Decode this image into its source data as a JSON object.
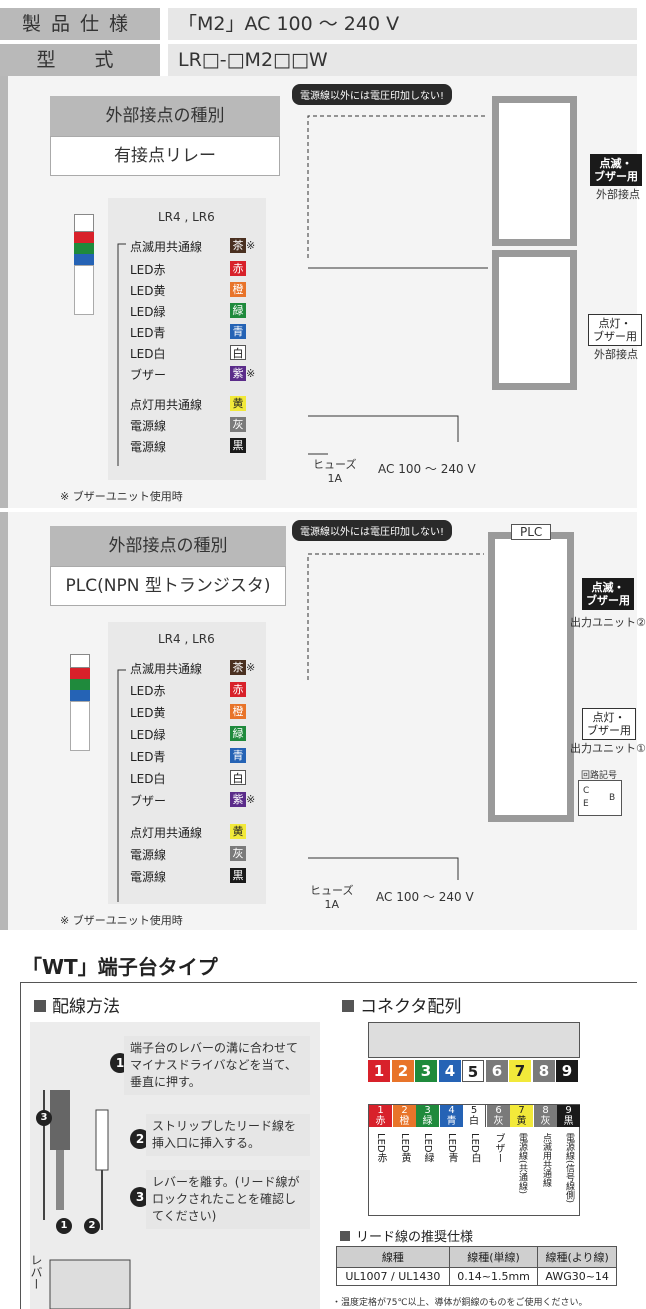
{
  "spec": {
    "rows": [
      {
        "label": "製品仕様",
        "value": "「M2」AC 100 ～ 240 V"
      },
      {
        "label": "型　式",
        "value": "LR□-□M2□□W"
      }
    ]
  },
  "warning_text": "電源線以外には電圧印加しない!",
  "relay_section": {
    "kind_title": "外部接点の種別",
    "kind_value": "有接点リレー",
    "models": "LR4 , LR6",
    "flash_tag": "点滅・\nブザー用",
    "flash_sub": "外部接点",
    "light_tag": "点灯・\nブザー用",
    "light_sub": "外部接点",
    "fuse": "ヒューズ\n1A",
    "ac": "AC 100 ～ 240 V",
    "note": "※ ブザーユニット使用時"
  },
  "plc_section": {
    "kind_title": "外部接点の種別",
    "kind_value": "PLC(NPN 型トランジスタ)",
    "plc_label": "PLC",
    "models": "LR4 , LR6",
    "flash_tag": "点滅・\nブザー用",
    "flash_sub": "出力ユニット②",
    "light_tag": "点灯・\nブザー用",
    "light_sub": "出力ユニット①",
    "circuit_label": "回路記号",
    "circuit_c": "C",
    "circuit_e": "E",
    "circuit_b": "B",
    "fuse": "ヒューズ\n1A",
    "ac": "AC 100 ～ 240 V",
    "note": "※ ブザーユニット使用時"
  },
  "wires": [
    {
      "name": "点滅用共通線",
      "code": "茶",
      "color": "#4a3020",
      "mark": "※"
    },
    {
      "name": "LED赤",
      "code": "赤",
      "color": "#d8212a",
      "mark": ""
    },
    {
      "name": "LED黄",
      "code": "橙",
      "color": "#e8742a",
      "mark": ""
    },
    {
      "name": "LED緑",
      "code": "緑",
      "color": "#1f8a3c",
      "mark": ""
    },
    {
      "name": "LED青",
      "code": "青",
      "color": "#2563b5",
      "mark": ""
    },
    {
      "name": "LED白",
      "code": "白",
      "color": "#ffffff",
      "mark": ""
    },
    {
      "name": "ブザー",
      "code": "紫",
      "color": "#5b2c8a",
      "mark": "※"
    },
    {
      "name": "点灯用共通線",
      "code": "黄",
      "color": "#f2e93a",
      "mark": ""
    },
    {
      "name": "電源線",
      "code": "灰",
      "color": "#7a7a7a",
      "mark": ""
    },
    {
      "name": "電源線",
      "code": "黒",
      "color": "#1a1a1a",
      "mark": ""
    }
  ],
  "wt": {
    "title": "「WT」端子台タイプ",
    "wiring_heading": "配線方法",
    "steps": [
      {
        "num": "1",
        "text": "端子台のレバーの溝に合わせてマイナスドライバなどを当て、垂直に押す。"
      },
      {
        "num": "2",
        "text": "ストリップしたリード線を挿入口に挿入する。"
      },
      {
        "num": "3",
        "text": "レバーを離す。(リード線がロックされたことを確認してください)"
      }
    ],
    "lever_label": "レバー",
    "connector_heading": "コネクタ配列",
    "pins": [
      {
        "n": "1",
        "color": "#d8212a",
        "code": "赤",
        "desc": "LED赤"
      },
      {
        "n": "2",
        "color": "#e8742a",
        "code": "橙",
        "desc": "LED黄"
      },
      {
        "n": "3",
        "color": "#1f8a3c",
        "code": "緑",
        "desc": "LED緑"
      },
      {
        "n": "4",
        "color": "#2563b5",
        "code": "青",
        "desc": "LED青"
      },
      {
        "n": "5",
        "color": "#ffffff",
        "code": "白",
        "desc": "LED白"
      },
      {
        "n": "6",
        "color": "#7a7a7a",
        "code": "灰",
        "desc": "ブザー"
      },
      {
        "n": "7",
        "color": "#f2e93a",
        "code": "黄",
        "desc": "電源線(共通線)"
      },
      {
        "n": "8",
        "color": "#7a7a7a",
        "code": "灰",
        "desc": "点滅用共通線"
      },
      {
        "n": "9",
        "color": "#1a1a1a",
        "code": "黒",
        "desc": "電源線(信号線側)"
      }
    ],
    "lead_heading": "リード線の推奨仕様",
    "table_headers": [
      "線種",
      "線種(単線)",
      "線種(より線)"
    ],
    "table_row": [
      "UL1007 / UL1430",
      "0.14~1.5mm",
      "AWG30~14"
    ],
    "footnote": "・温度定格が75℃以上、導体が銅線のものをご使用ください。"
  }
}
